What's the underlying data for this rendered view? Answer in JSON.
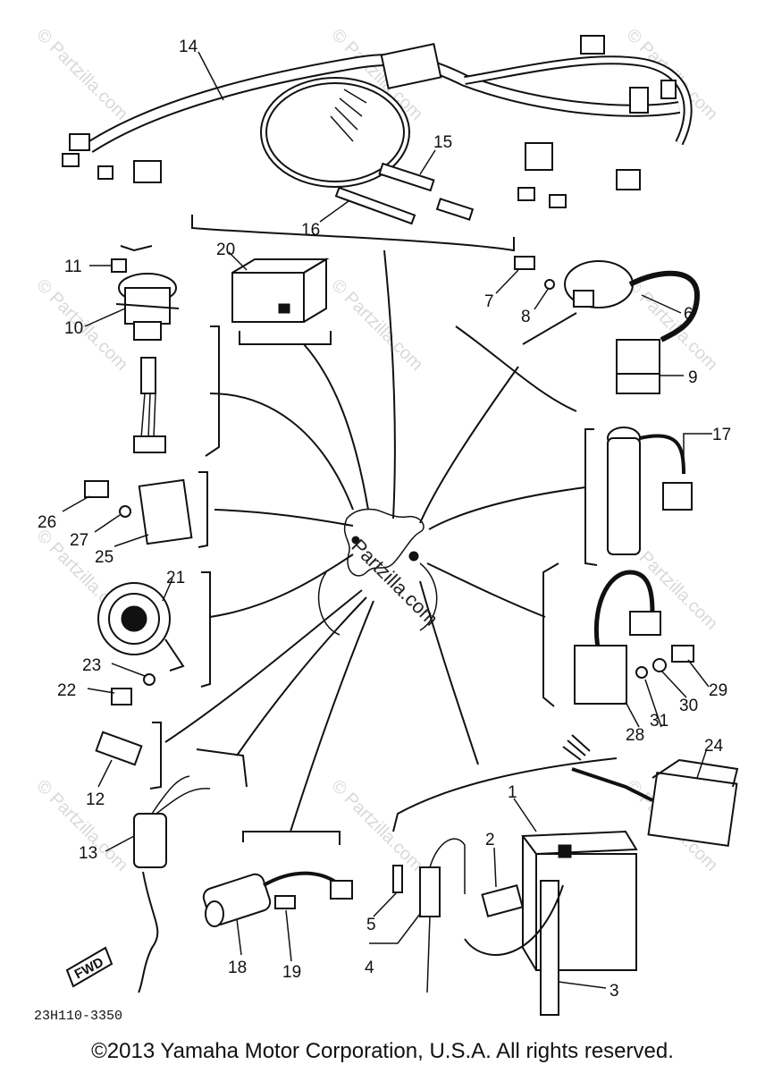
{
  "watermark": "© Partzilla.com",
  "center_watermark": "Partzilla.com",
  "diagram_code": "23H110-3350",
  "fwd_label": "FWD",
  "copyright": "©2013 Yamaha Motor Corporation, U.S.A. All rights reserved.",
  "labels": {
    "p1": "1",
    "p2": "2",
    "p3": "3",
    "p4": "4",
    "p5": "5",
    "p6": "6",
    "p7": "7",
    "p8": "8",
    "p9": "9",
    "p10": "10",
    "p11": "11",
    "p12": "12",
    "p13": "13",
    "p14": "14",
    "p15": "15",
    "p16": "16",
    "p17": "17",
    "p18": "18",
    "p19": "19",
    "p20": "20",
    "p21": "21",
    "p22": "22",
    "p23": "23",
    "p24": "24",
    "p25": "25",
    "p26": "26",
    "p27": "27",
    "p28": "28",
    "p29": "29",
    "p30": "30",
    "p31": "31"
  }
}
